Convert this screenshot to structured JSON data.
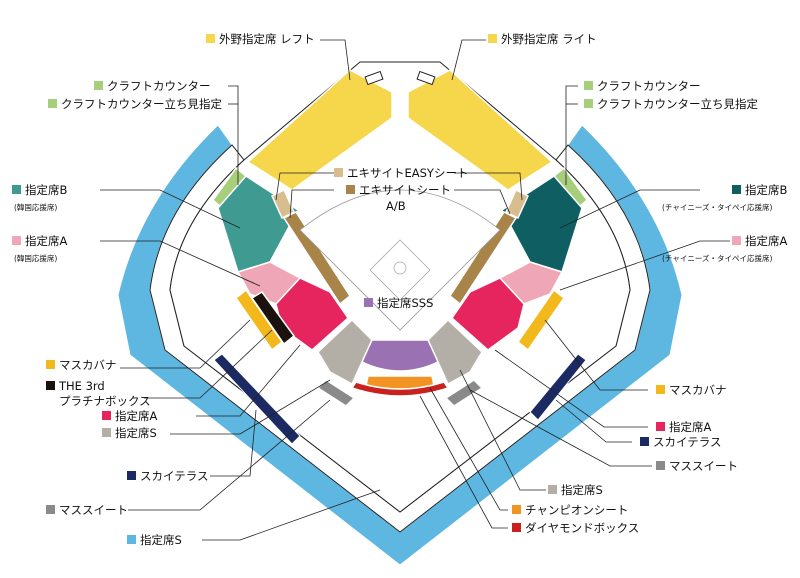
{
  "colors": {
    "outfield": "#F6D64A",
    "craft": "#A6CE7B",
    "korea": "#3F9A92",
    "taiwan": "#0E5E62",
    "pink_light": "#EFA6B6",
    "magenta": "#E6245E",
    "mascot": "#F3B81B",
    "platinum": "#1B120E",
    "easy": "#D8BD8F",
    "exite": "#A88448",
    "sss": "#9A72B3",
    "gray_s": "#B3AEA6",
    "champion": "#F29423",
    "diamond": "#C9211E",
    "sky": "#1B2A63",
    "suite": "#8A8A8A",
    "blue_s": "#5DB7E1"
  },
  "labels": {
    "outfield_left": "外野指定席 レフト",
    "outfield_right": "外野指定席 ライト",
    "craft_left": "クラフトカウンター",
    "craft_stand_left": "クラフトカウンター立ち見指定",
    "craft_right": "クラフトカウンター",
    "craft_stand_right": "クラフトカウンター立ち見指定",
    "easy": "エキサイトEASYシート",
    "exite": "エキサイトシート",
    "exite_ab": "A/B",
    "b_left": "指定席B",
    "b_left_sub": "(韓国応援席)",
    "b_right": "指定席B",
    "b_right_sub": "(チャイニーズ・タイペイ応援席)",
    "a_left": "指定席A",
    "a_left_sub": "(韓国応援席)",
    "a_right": "指定席A",
    "a_right_sub": "(チャイニーズ・タイペイ応援席)",
    "sss": "指定席SSS",
    "mascot_left": "マスカバナ",
    "platinum_1": "THE 3rd",
    "platinum_2": "プラチナボックス",
    "a_low_left": "指定席A",
    "s_low_left": "指定席S",
    "sky_left": "スカイテラス",
    "suite_left": "マススイート",
    "s_blue_left": "指定席S",
    "mascot_right": "マスカバナ",
    "a_low_right": "指定席A",
    "sky_right": "スカイテラス",
    "suite_right": "マススイート",
    "s_center": "指定席S",
    "champion": "チャンピオンシート",
    "diamond": "ダイヤモンドボックス"
  }
}
